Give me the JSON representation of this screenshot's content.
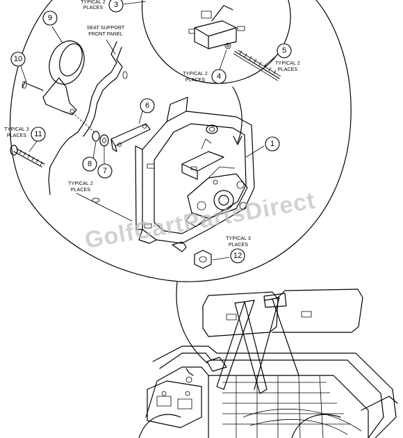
{
  "watermark": "GolfCartPartsDirect",
  "callouts": [
    {
      "id": "callout-1",
      "number": "1"
    },
    {
      "id": "callout-3",
      "number": "3"
    },
    {
      "id": "callout-4",
      "number": "4"
    },
    {
      "id": "callout-5",
      "number": "5"
    },
    {
      "id": "callout-6",
      "number": "6"
    },
    {
      "id": "callout-7",
      "number": "7"
    },
    {
      "id": "callout-8",
      "number": "8"
    },
    {
      "id": "callout-9",
      "number": "9"
    },
    {
      "id": "callout-10",
      "number": "10"
    },
    {
      "id": "callout-11",
      "number": "11"
    },
    {
      "id": "callout-12",
      "number": "12"
    }
  ],
  "notes": {
    "typical_2_places_top_l1": "TYPICAL 2",
    "typical_2_places_top_l2": "PLACES",
    "seat_support_l1": "SEAT SUPPORT",
    "seat_support_l2": "FRONT PANEL",
    "typical_2_places_4_l1": "TYPICAL 2",
    "typical_2_places_4_l2": "PLACES",
    "typical_2_places_5_l1": "TYPICAL 2",
    "typical_2_places_5_l2": "PLACES",
    "typical_3_places_11_l1": "TYPICAL 3",
    "typical_3_places_11_l2": "PLACES",
    "typical_2_places_78_l1": "TYPICAL 2",
    "typical_2_places_78_l2": "PLACES",
    "typical_3_places_12_l1": "TYPICAL 3",
    "typical_3_places_12_l2": "PLACES"
  }
}
